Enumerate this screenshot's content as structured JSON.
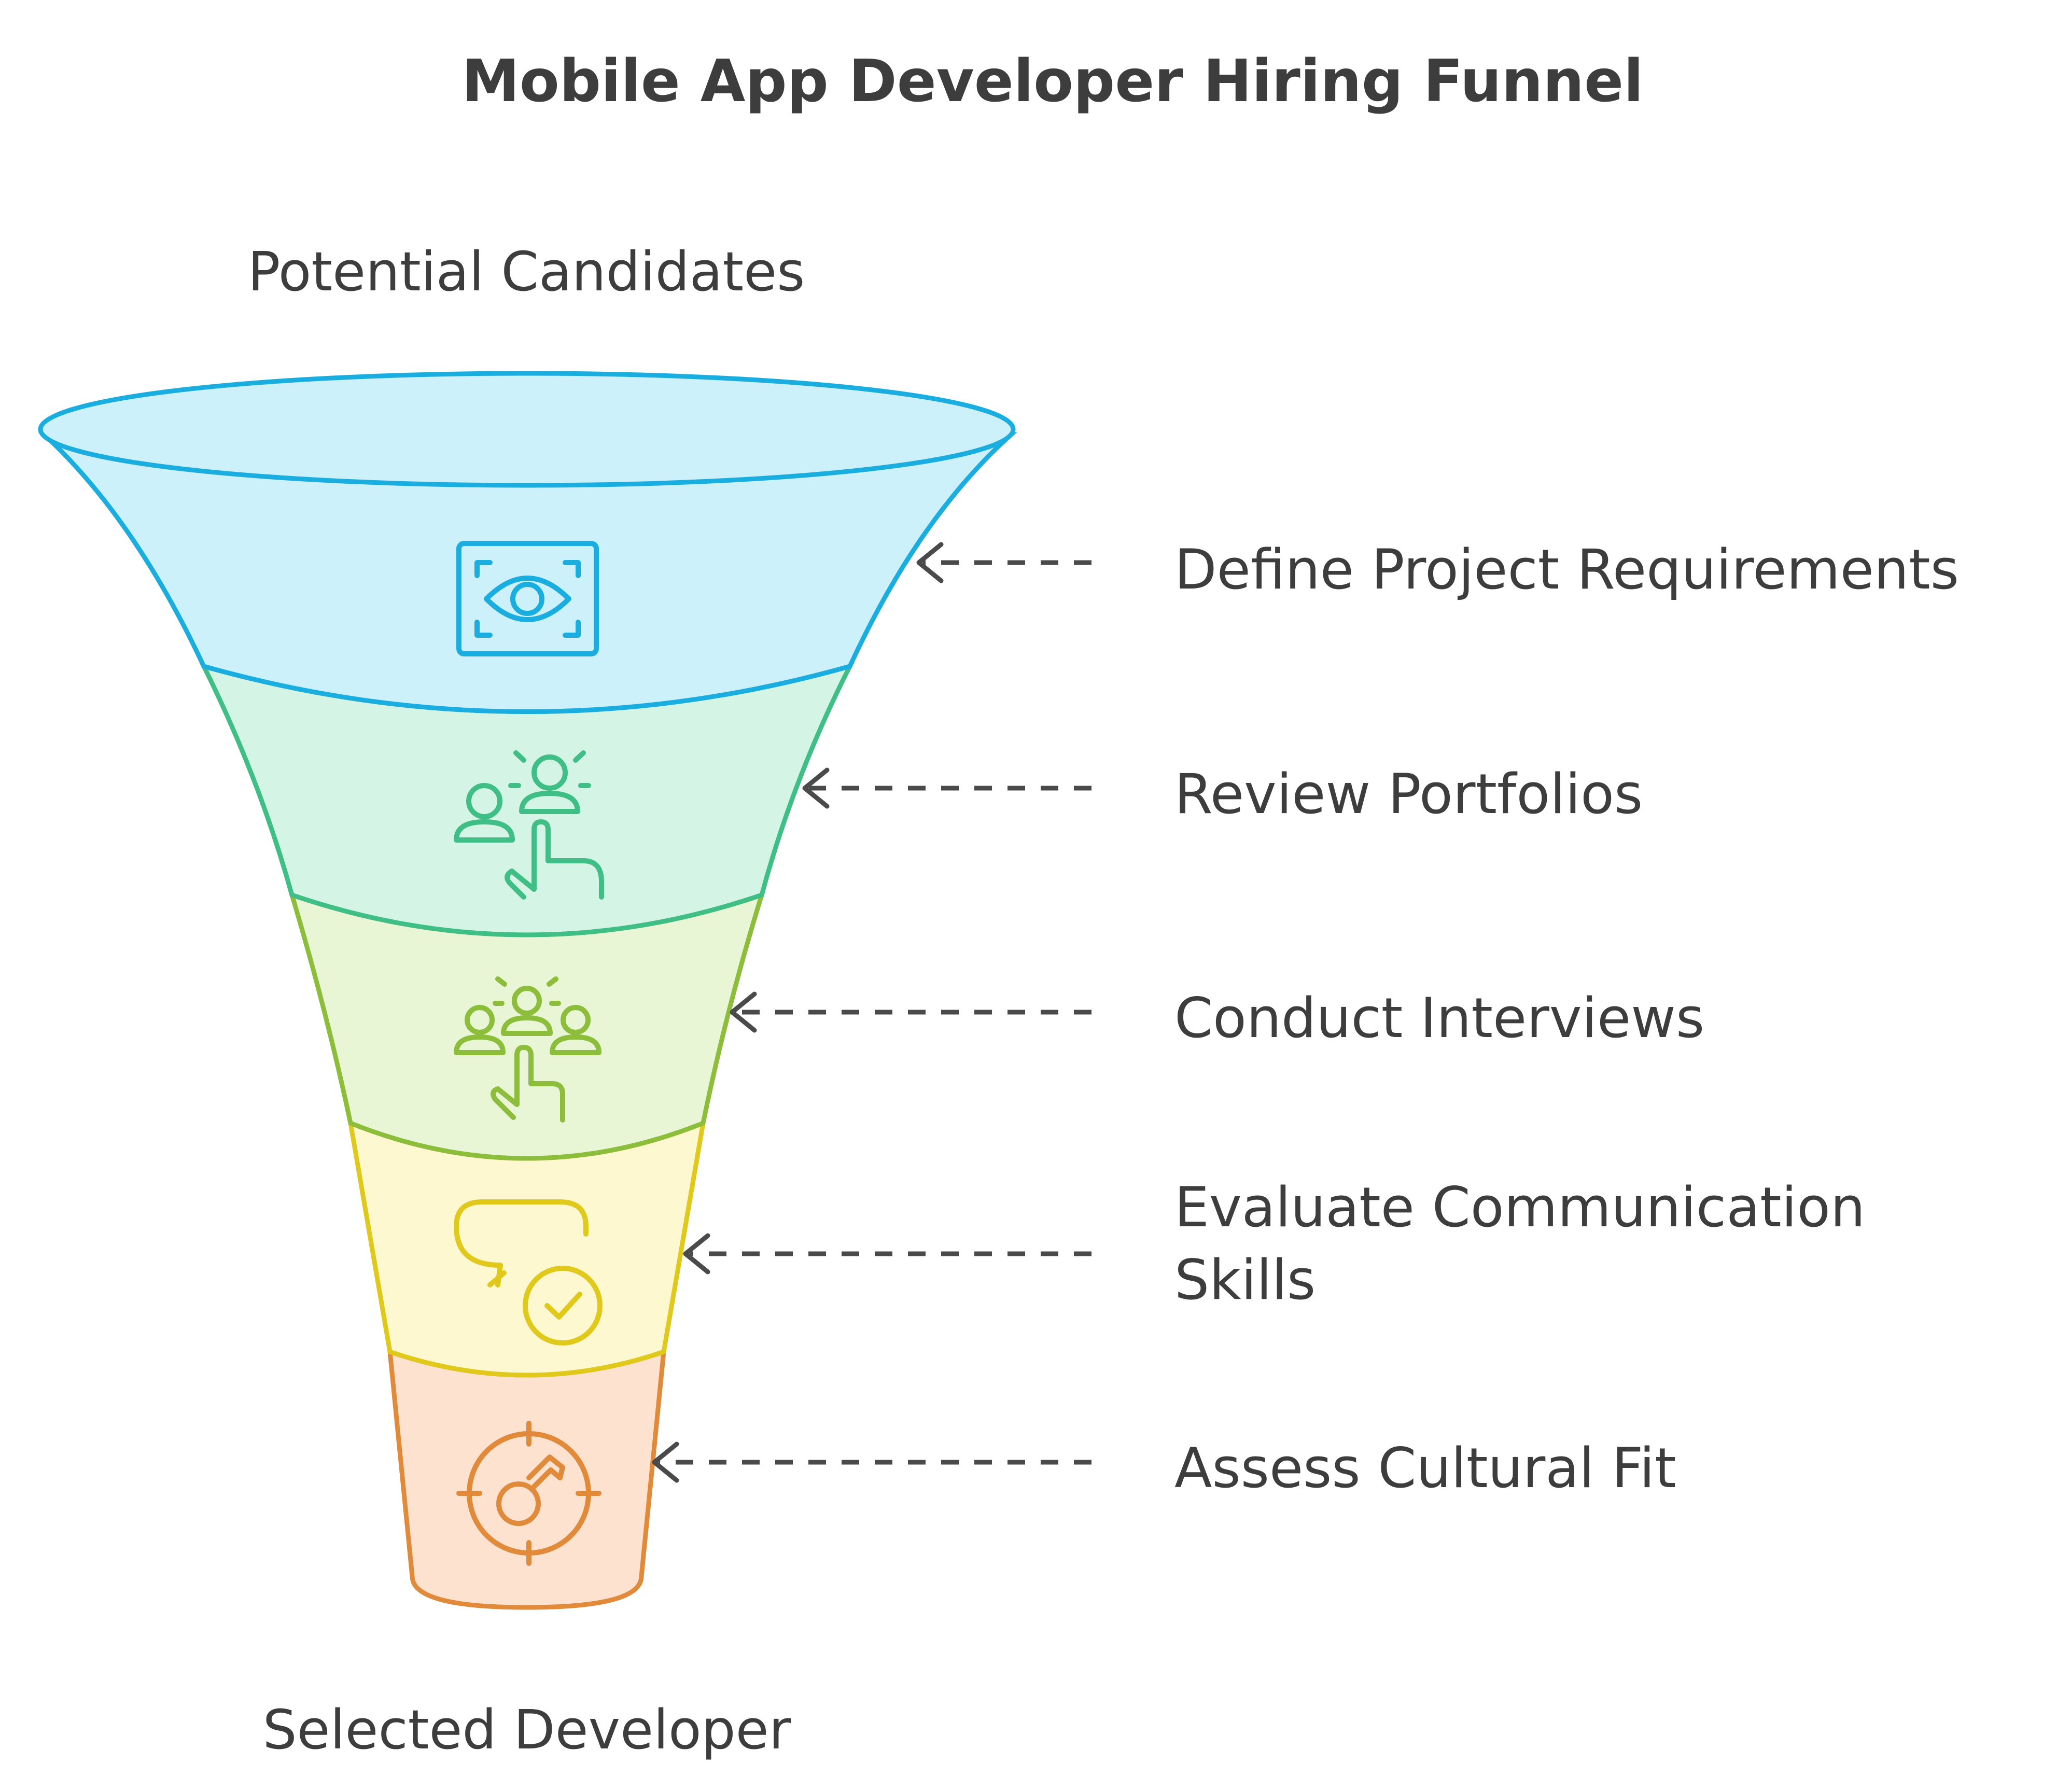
{
  "title": "Mobile App Developer Hiring Funnel",
  "top_caption": "Potential Candidates",
  "bottom_caption": "Selected Developer",
  "stages": [
    {
      "label_lines": [
        "Define Project Requirements"
      ],
      "icon": "eye-scan-icon",
      "stroke": "#1aaee0",
      "fill": "#cdf1fb"
    },
    {
      "label_lines": [
        "Review Portfolios"
      ],
      "icon": "people-select-icon",
      "stroke": "#3fbf86",
      "fill": "#d4f5e6"
    },
    {
      "label_lines": [
        "Conduct Interviews"
      ],
      "icon": "group-select-icon",
      "stroke": "#8cbd3b",
      "fill": "#e8f6d6"
    },
    {
      "label_lines": [
        "Evaluate Communication",
        "Skills"
      ],
      "icon": "chat-check-icon",
      "stroke": "#e0c91a",
      "fill": "#fdf8cf"
    },
    {
      "label_lines": [
        "Assess Cultural Fit"
      ],
      "icon": "target-key-icon",
      "stroke": "#e08a3a",
      "fill": "#fde3cf"
    }
  ]
}
